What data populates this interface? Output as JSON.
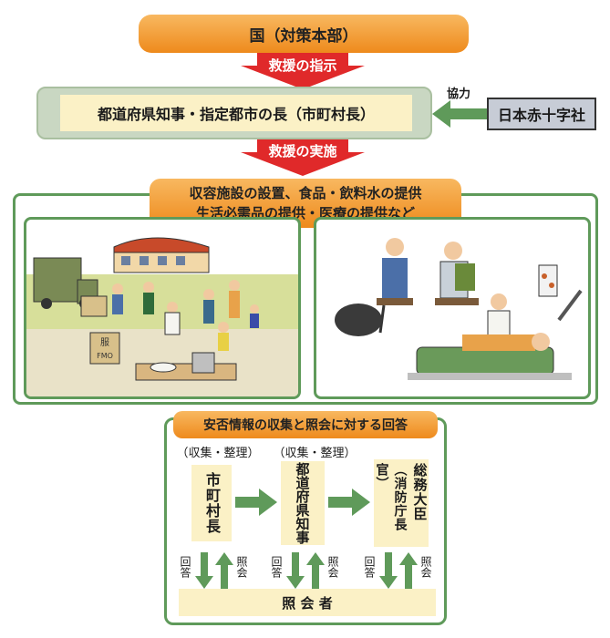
{
  "top": {
    "label": "国（対策本部）"
  },
  "arrow1": {
    "label": "救援の指示"
  },
  "governor": {
    "label": "都道府県知事・指定都市の長（市町村長）"
  },
  "cooperation": {
    "label": "協力",
    "partner": "日本赤十字社"
  },
  "arrow2": {
    "label": "救援の実施"
  },
  "relief": {
    "line1": "収容施設の設置、食品・飲料水の提供",
    "line2": "生活必需品の提供・医療の提供など"
  },
  "illustration_left": {
    "box_label1": "服",
    "box_label2": "FMO"
  },
  "safety": {
    "title": "安否情報の収集と照会に対する回答",
    "collect1": "（収集・整理）",
    "collect2": "（収集・整理）",
    "cities": "市町村長",
    "prefecture": "都道府県知事",
    "minister": "総務大臣",
    "minister_sub": "（消防庁長官）",
    "answer": "回答",
    "inquiry": "照会",
    "inquirer": "照 会 者"
  },
  "colors": {
    "orange": "#ee8a1c",
    "red": "#e0292a",
    "green": "#5f9a5a",
    "cream": "#fbf1c6",
    "blue_gray": "#c7ccd6"
  }
}
